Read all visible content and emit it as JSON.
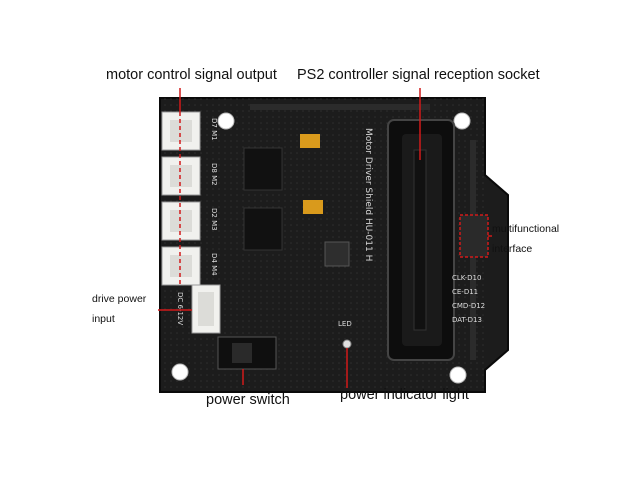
{
  "labels": {
    "motor_output": "motor control signal output",
    "ps2_socket": "PS2 controller signal reception socket",
    "multifunctional_line1": "multifunctional",
    "multifunctional_line2": "interface",
    "drive_power_line1": "drive power",
    "drive_power_line2": "input",
    "power_switch": "power switch",
    "power_indicator": "power indicator light"
  },
  "board": {
    "title": "Motor Driver Shield HU-011 H",
    "motor_pins": [
      "D7 M1",
      "D8 M2",
      "D2 M3",
      "D4 M4"
    ],
    "pin_labels": [
      "CLK-D10",
      "CE-D11",
      "CMD-D12",
      "DAT-D13"
    ],
    "power_connector": "DC 6-12V",
    "led_label": "LED"
  },
  "colors": {
    "board": "#1c1c1c",
    "callout_line": "#d11a1a",
    "connector": "#f1f1ee",
    "capacitor": "#d99a1c"
  }
}
